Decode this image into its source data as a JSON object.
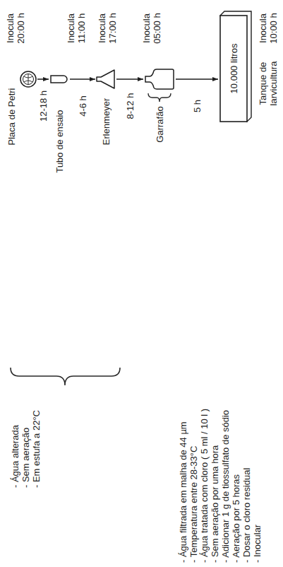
{
  "diagram": {
    "nodes": [
      {
        "text": [
          "Placa de Petri"
        ]
      },
      {
        "text": [
          "Tubo de ensaio"
        ]
      },
      {
        "text": [
          "Erlenmeyer"
        ]
      },
      {
        "text": [
          "Garrafão"
        ]
      },
      {
        "text": [
          "10.000 litros",
          "Tanque de larvicultura"
        ]
      }
    ],
    "edges": [
      {
        "from": 0,
        "to": 1,
        "label": "12-18 h",
        "arrow": "to"
      },
      {
        "from": 1,
        "to": 2,
        "label": "4-6 h",
        "arrow": "to"
      },
      {
        "from": 2,
        "to": 3,
        "label": "8-12 h",
        "arrow": "to"
      },
      {
        "from": 3,
        "to": 4,
        "label": "5 h",
        "arrow": "to"
      }
    ],
    "labels": [
      "Inocula 20:00 h",
      "Inocula 11:00 h",
      "Inocula 17:00 h",
      "Inocula 05:00 h",
      "Inocula 10:00 h",
      "- Água alterada",
      "- Sem aeração",
      "- Em estufa a 22°C",
      "- Água filtrada em malha de 44 µm",
      "- Temperatura entre 28-33°C",
      "- Água tratada com cloro ( 5 ml / 10 l )",
      "- Sem aeração por uma hora",
      "- Adicionar 1 g de tiossulfato de sódio",
      "- Aeração por 5 horas",
      "- Dosar o cloro residual",
      "- Inocular"
    ]
  }
}
